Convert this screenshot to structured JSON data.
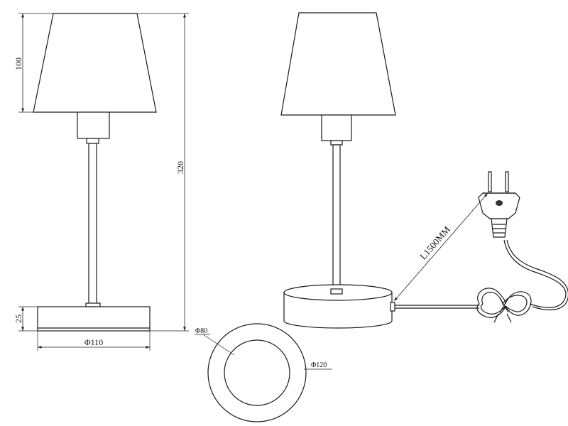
{
  "dimensions": {
    "shade_height": "100",
    "total_height": "320",
    "base_height": "25",
    "base_diameter": "Φ110",
    "cable_length": "L1500MM",
    "ring_inner_diameter": "Φ80",
    "ring_outer_diameter": "Φ120"
  }
}
